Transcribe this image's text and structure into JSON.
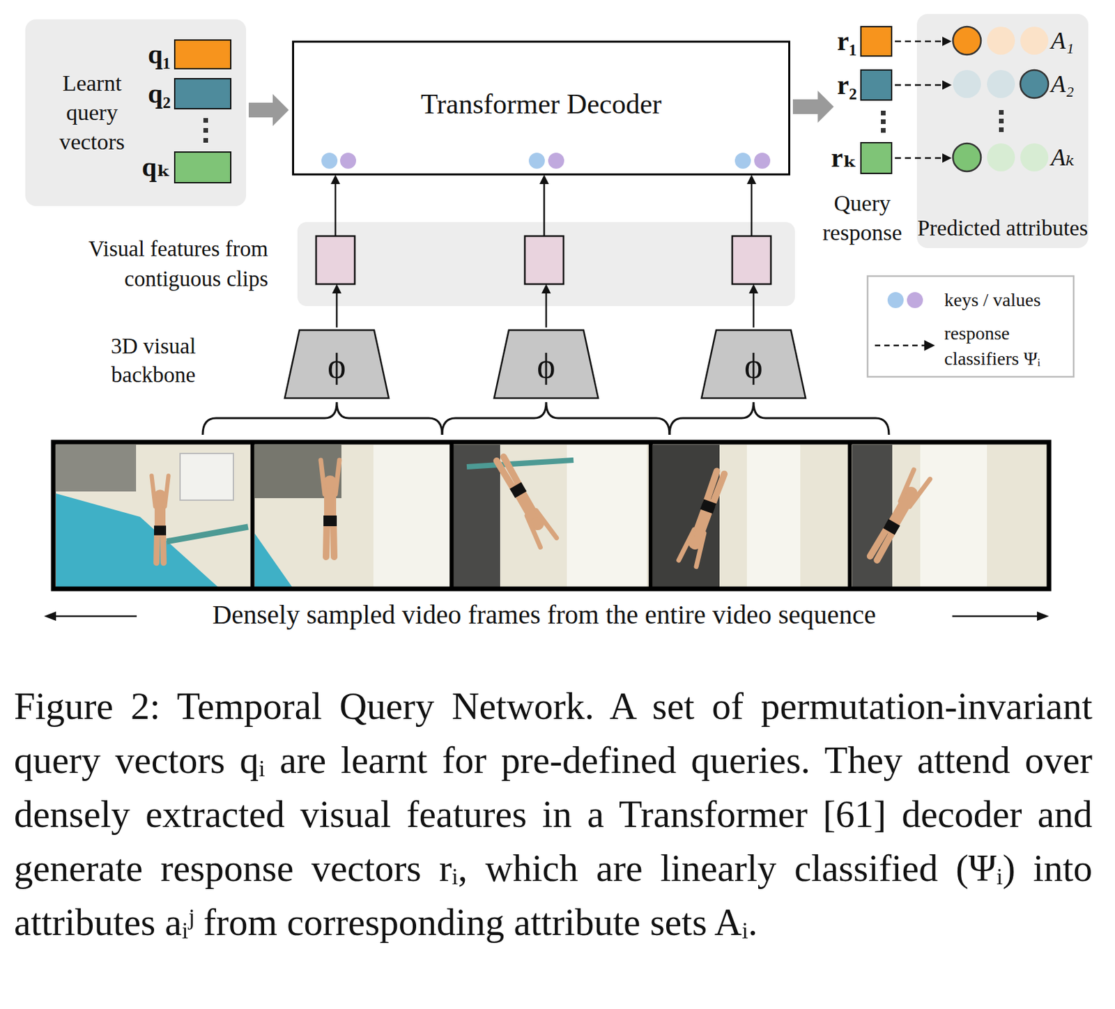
{
  "diagram": {
    "caption": "Figure 2: Temporal Query Network. A set of permutation-invariant query vectors qᵢ are learnt for pre-defined queries. They attend over densely extracted visual features in a Transformer [61] decoder and generate response vectors rᵢ, which are linearly classified (Ψᵢ) into attributes aᵢʲ from corresponding attribute sets Aᵢ.",
    "nodes": [
      {
        "text": [
          "Learnt query vectors"
        ]
      },
      {
        "text": [
          "q₁"
        ],
        "in": 0
      },
      {
        "text": [
          "q₂"
        ],
        "in": 0
      },
      {
        "text": [
          "qₖ"
        ],
        "in": 0
      },
      {
        "text": [
          "Transformer Decoder"
        ]
      },
      {
        "text": [
          "Visual features from contiguous clips"
        ]
      },
      {
        "text": [
          "ϕ"
        ]
      },
      {
        "text": [
          "ϕ"
        ]
      },
      {
        "text": [
          "ϕ"
        ]
      },
      {
        "text": [
          "r₁"
        ]
      },
      {
        "text": [
          "r₂"
        ]
      },
      {
        "text": [
          "rₖ"
        ]
      },
      {
        "text": [
          "Predicted attributes"
        ]
      }
    ],
    "edges": [
      {
        "from": 0,
        "to": 4,
        "arrow": "to"
      },
      {
        "from": 6,
        "to": 5,
        "arrow": "to"
      },
      {
        "from": 7,
        "to": 5,
        "arrow": "to"
      },
      {
        "from": 8,
        "to": 5,
        "arrow": "to"
      },
      {
        "from": 5,
        "to": 4,
        "arrow": "to"
      },
      {
        "from": 5,
        "to": 4,
        "arrow": "to"
      },
      {
        "from": 5,
        "to": 4,
        "arrow": "to"
      },
      {
        "from": 4,
        "to": 10,
        "arrow": "to"
      },
      {
        "from": 9,
        "to": 12,
        "arrow": "to"
      },
      {
        "from": 10,
        "to": 12,
        "arrow": "to"
      },
      {
        "from": 11,
        "to": 12,
        "arrow": "to"
      }
    ],
    "labels": [
      "A₁",
      "A₂",
      "Aₖ",
      "Query response",
      "3D visual backbone",
      "Densely sampled video frames from the entire video sequence"
    ],
    "legend": [
      {
        "text": "keys / values"
      },
      {
        "text": "response classifiers Ψᵢ"
      }
    ]
  }
}
